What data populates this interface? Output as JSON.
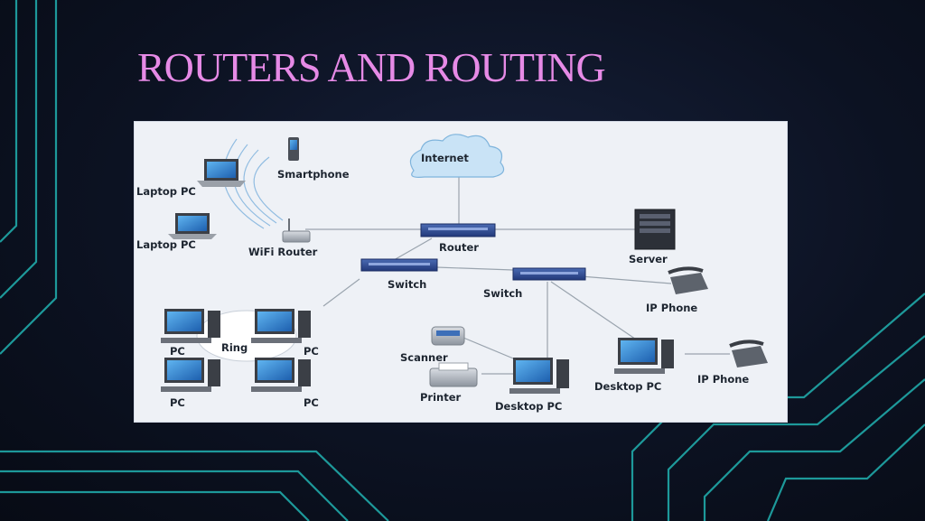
{
  "slide": {
    "title": "ROUTERS AND ROUTING",
    "colors": {
      "title": "#e68ae6",
      "accent_lines": "#20a8a8",
      "background": "#0c1222",
      "panel": "#eef1f6",
      "device_blue": "#2f4d93"
    }
  },
  "diagram": {
    "labels": {
      "internet": "Internet",
      "smartphone": "Smartphone",
      "laptop_1": "Laptop PC",
      "laptop_2": "Laptop PC",
      "wifi_router": "WiFi Router",
      "router": "Router",
      "server": "Server",
      "switch_1": "Switch",
      "switch_2": "Switch",
      "ip_phone_1": "IP Phone",
      "ring": "Ring",
      "pc_1": "PC",
      "pc_2": "PC",
      "pc_3": "PC",
      "pc_4": "PC",
      "scanner": "Scanner",
      "printer": "Printer",
      "desktop_pc_1": "Desktop PC",
      "desktop_pc_2": "Desktop PC",
      "ip_phone_2": "IP Phone"
    },
    "icons": {
      "internet": "cloud-icon",
      "smartphone": "smartphone-icon",
      "laptop": "laptop-icon",
      "wifi_router": "wifi-router-icon",
      "router": "router-icon",
      "server": "server-icon",
      "switch": "switch-icon",
      "ip_phone": "ip-phone-icon",
      "pc": "pc-icon",
      "scanner": "scanner-icon",
      "printer": "printer-icon",
      "desktop_pc": "desktop-pc-icon"
    }
  }
}
